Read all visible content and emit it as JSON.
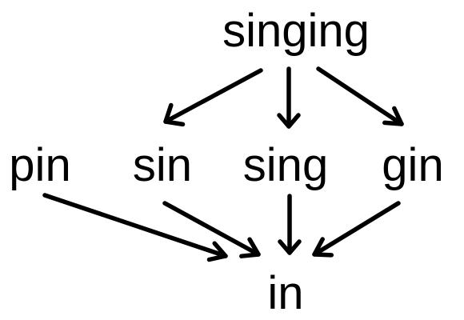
{
  "nodes": {
    "singing": "singing",
    "pin": "pin",
    "sin": "sin",
    "sing": "sing",
    "gin": "gin",
    "in": "in"
  },
  "edges": [
    {
      "from": "singing",
      "to": "sin"
    },
    {
      "from": "singing",
      "to": "sing"
    },
    {
      "from": "singing",
      "to": "gin"
    },
    {
      "from": "pin",
      "to": "in"
    },
    {
      "from": "sin",
      "to": "in"
    },
    {
      "from": "sing",
      "to": "in"
    },
    {
      "from": "gin",
      "to": "in"
    }
  ],
  "colors": {
    "text": "#000000",
    "arrow": "#000000",
    "background": "#ffffff"
  }
}
